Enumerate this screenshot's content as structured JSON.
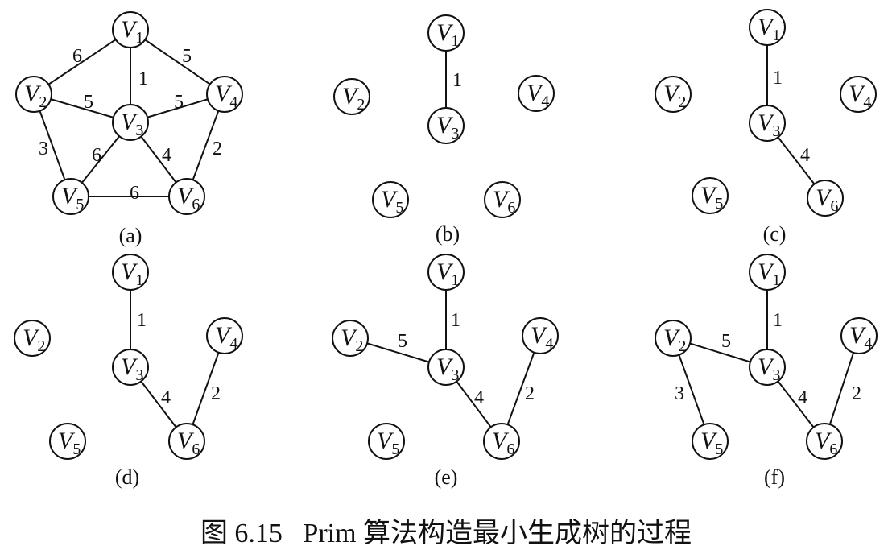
{
  "caption": "图 6.15   Prim 算法构造最小生成树的过程",
  "node_prefix": "V",
  "panels": [
    {
      "label": "(a)",
      "nodes": [
        "1",
        "2",
        "3",
        "4",
        "5",
        "6"
      ],
      "edges": [
        {
          "from": "1",
          "to": "2",
          "weight": "6"
        },
        {
          "from": "1",
          "to": "3",
          "weight": "1"
        },
        {
          "from": "1",
          "to": "4",
          "weight": "5"
        },
        {
          "from": "2",
          "to": "3",
          "weight": "5"
        },
        {
          "from": "3",
          "to": "4",
          "weight": "5"
        },
        {
          "from": "2",
          "to": "5",
          "weight": "3"
        },
        {
          "from": "3",
          "to": "5",
          "weight": "6"
        },
        {
          "from": "3",
          "to": "6",
          "weight": "4"
        },
        {
          "from": "4",
          "to": "6",
          "weight": "2"
        },
        {
          "from": "5",
          "to": "6",
          "weight": "6"
        }
      ]
    },
    {
      "label": "(b)",
      "nodes": [
        "1",
        "2",
        "3",
        "4",
        "5",
        "6"
      ],
      "edges": [
        {
          "from": "1",
          "to": "3",
          "weight": "1"
        }
      ]
    },
    {
      "label": "(c)",
      "nodes": [
        "1",
        "2",
        "3",
        "4",
        "5",
        "6"
      ],
      "edges": [
        {
          "from": "1",
          "to": "3",
          "weight": "1"
        },
        {
          "from": "3",
          "to": "6",
          "weight": "4"
        }
      ]
    },
    {
      "label": "(d)",
      "nodes": [
        "1",
        "2",
        "3",
        "4",
        "5",
        "6"
      ],
      "edges": [
        {
          "from": "1",
          "to": "3",
          "weight": "1"
        },
        {
          "from": "3",
          "to": "6",
          "weight": "4"
        },
        {
          "from": "4",
          "to": "6",
          "weight": "2"
        }
      ]
    },
    {
      "label": "(e)",
      "nodes": [
        "1",
        "2",
        "3",
        "4",
        "5",
        "6"
      ],
      "edges": [
        {
          "from": "1",
          "to": "3",
          "weight": "1"
        },
        {
          "from": "3",
          "to": "6",
          "weight": "4"
        },
        {
          "from": "4",
          "to": "6",
          "weight": "2"
        },
        {
          "from": "2",
          "to": "3",
          "weight": "5"
        }
      ]
    },
    {
      "label": "(f)",
      "nodes": [
        "1",
        "2",
        "3",
        "4",
        "5",
        "6"
      ],
      "edges": [
        {
          "from": "1",
          "to": "3",
          "weight": "1"
        },
        {
          "from": "3",
          "to": "6",
          "weight": "4"
        },
        {
          "from": "4",
          "to": "6",
          "weight": "2"
        },
        {
          "from": "2",
          "to": "3",
          "weight": "5"
        },
        {
          "from": "2",
          "to": "5",
          "weight": "3"
        }
      ]
    }
  ]
}
